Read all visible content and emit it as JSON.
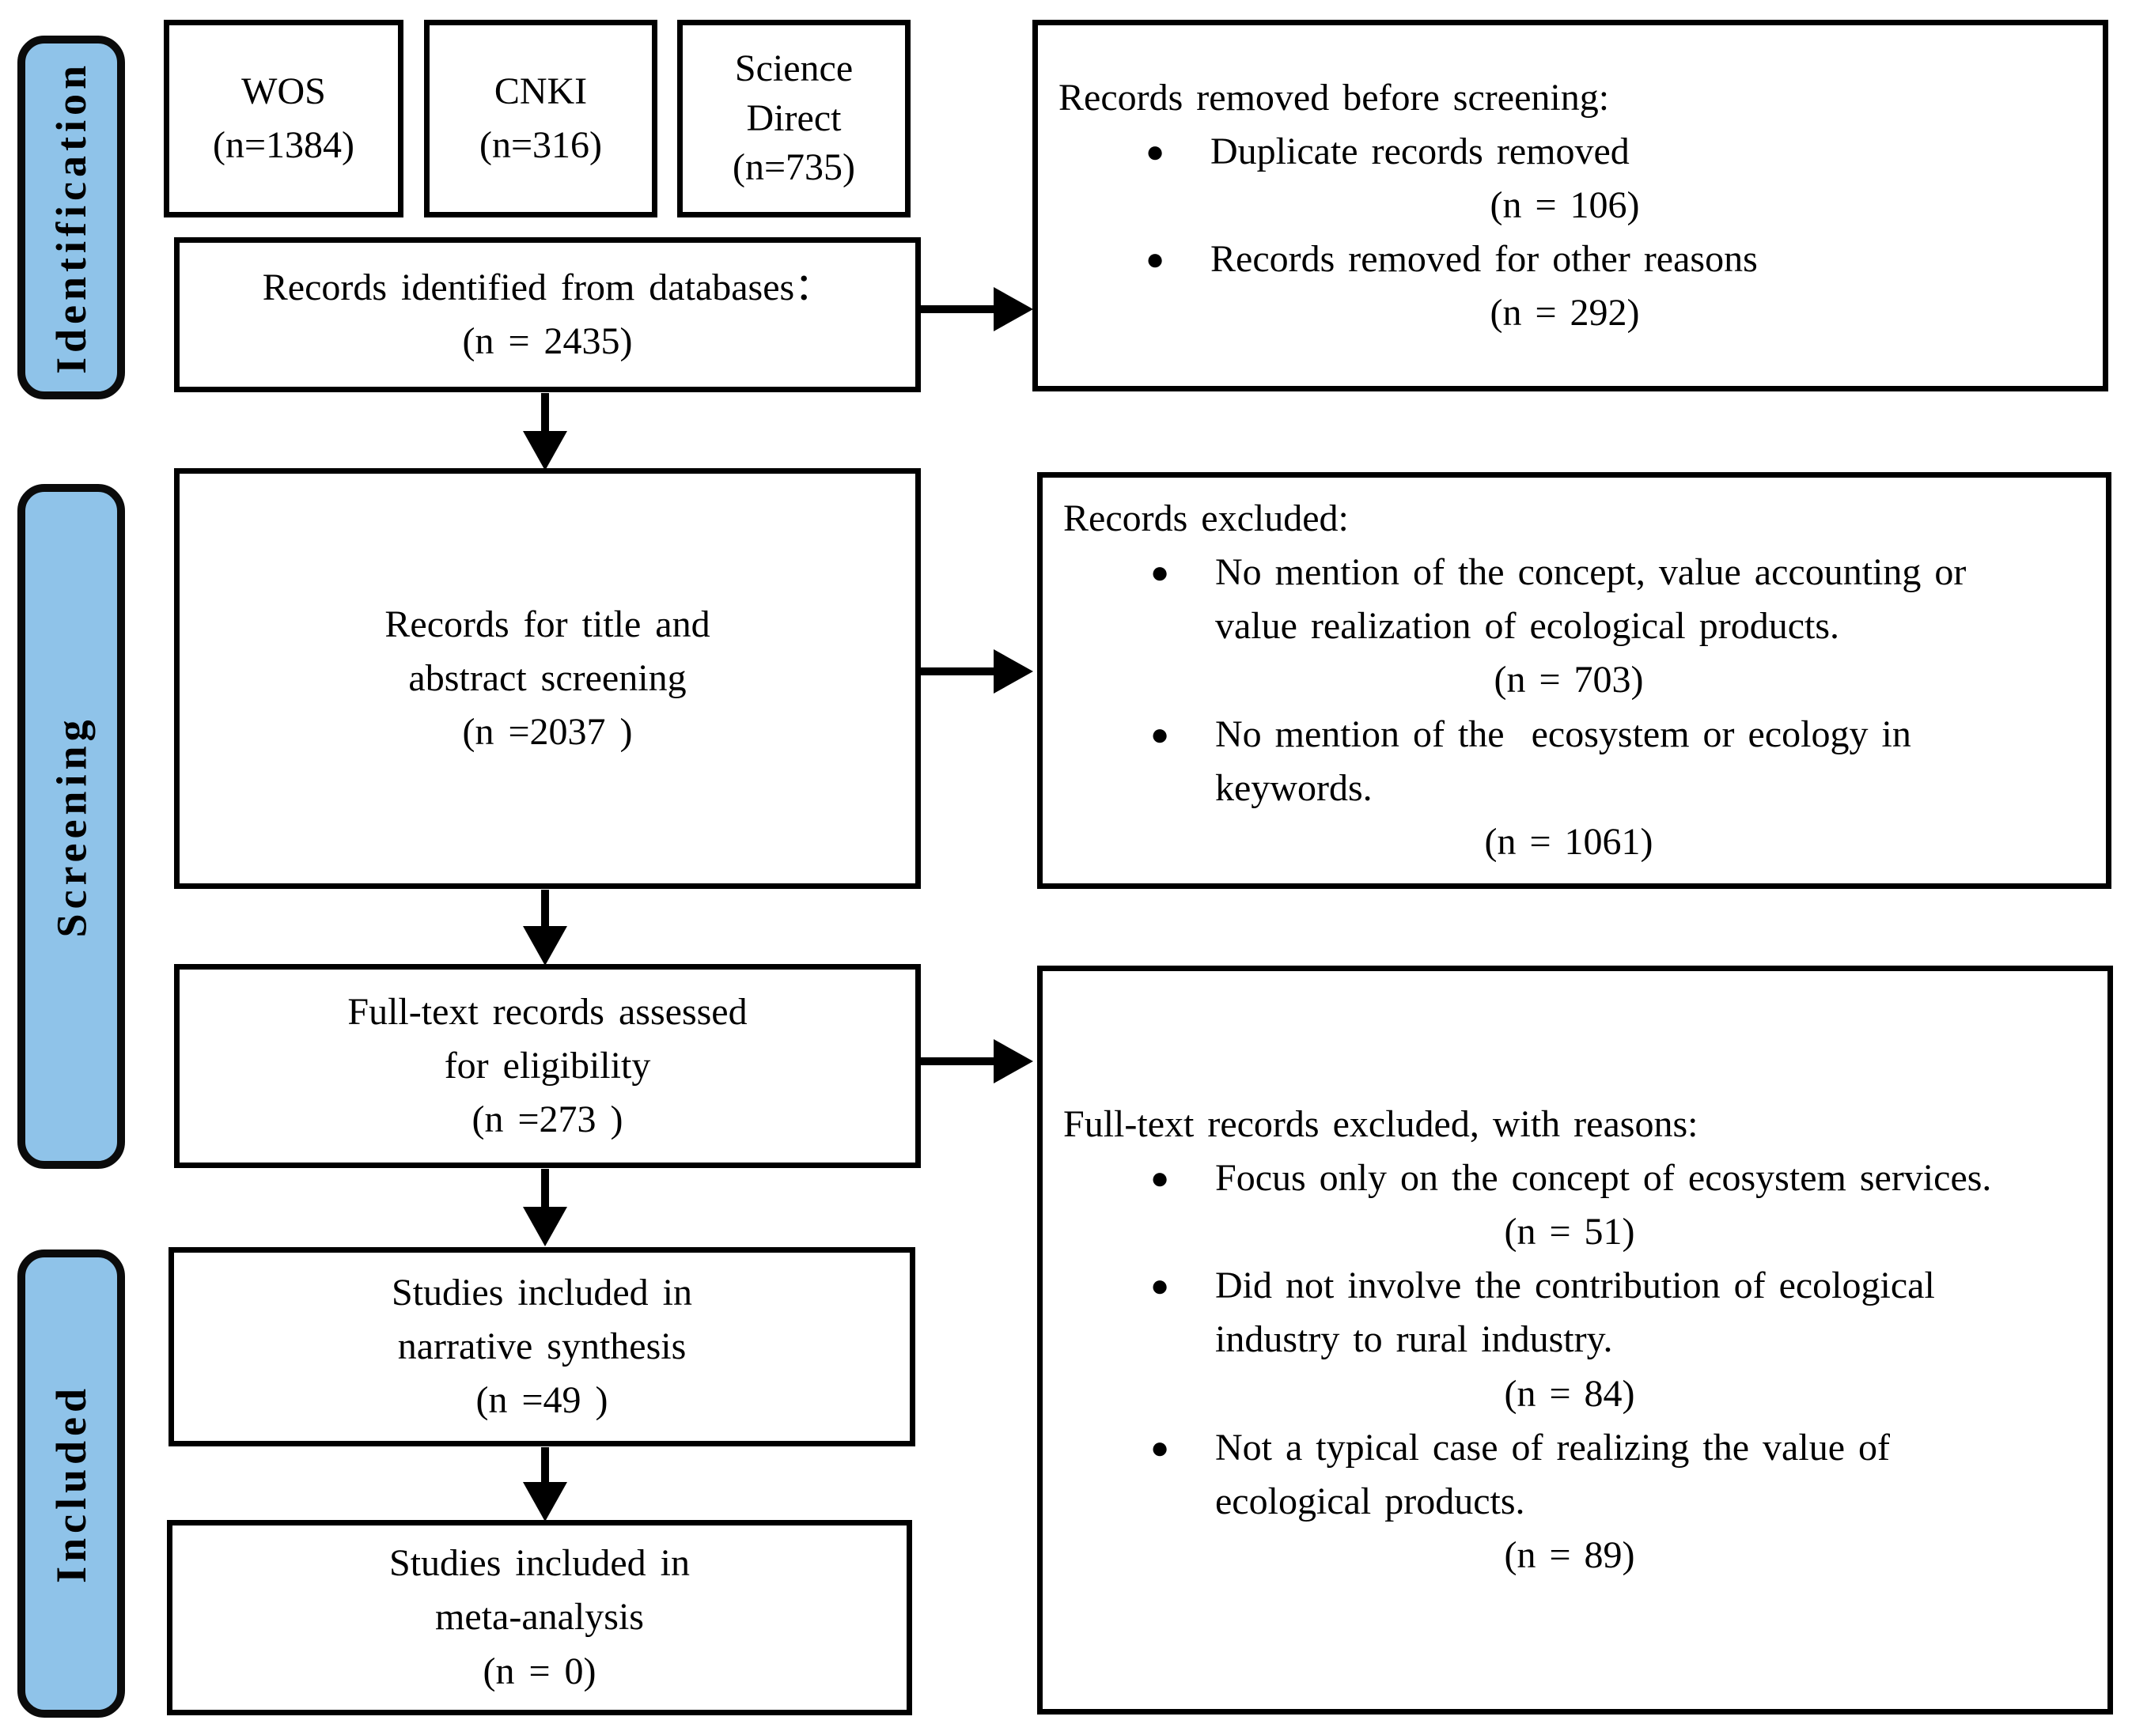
{
  "colors": {
    "sidebar_fill": "#8FC3E9",
    "line_color": "#000000",
    "box_background": "#FFFFFF"
  },
  "bullet_glyph": "●",
  "sidebar": {
    "items": [
      {
        "label": "Identification"
      },
      {
        "label": "Screening"
      },
      {
        "label": "Included"
      }
    ]
  },
  "boxes": {
    "wos": {
      "lines": [
        "WOS",
        "(n=1384)"
      ]
    },
    "cnki": {
      "lines": [
        "CNKI",
        "(n=316)"
      ]
    },
    "science_direct": {
      "lines": [
        "Science",
        "Direct",
        "(n=735)"
      ]
    },
    "records_identified": {
      "lines": [
        "Records identified from databases：",
        "(n = 2435)"
      ]
    },
    "title_abstract": {
      "lines": [
        "Records for title and",
        "abstract screening",
        "(n =2037 )"
      ]
    },
    "fulltext_assessed": {
      "lines": [
        "Full-text records assessed",
        "for eligibility",
        "(n =273 )"
      ]
    },
    "narrative_synthesis": {
      "lines": [
        "Studies included in",
        "narrative synthesis",
        "(n =49 )"
      ]
    },
    "meta_analysis": {
      "lines": [
        "Studies included in",
        "meta-analysis",
        "(n = 0)"
      ]
    }
  },
  "right_boxes": [
    {
      "heading": "Records removed before screening:",
      "bullets": [
        {
          "lines": [
            "Duplicate records removed"
          ],
          "count": "(n = 106)"
        },
        {
          "lines": [
            "Records removed for other reasons"
          ],
          "count": "(n = 292)"
        }
      ]
    },
    {
      "heading": "Records excluded:",
      "bullets": [
        {
          "lines": [
            "No mention of the concept, value accounting or",
            "value realization of ecological products."
          ],
          "count": "(n = 703)"
        },
        {
          "lines": [
            "No mention of the  ecosystem or ecology in",
            "keywords."
          ],
          "count": "(n = 1061)"
        }
      ]
    },
    {
      "heading": "Full-text records excluded, with reasons:",
      "bullets": [
        {
          "lines": [
            "Focus only on the concept of ecosystem services."
          ],
          "count": "(n = 51)"
        },
        {
          "lines": [
            "Did not involve the contribution of ecological",
            "industry to rural industry."
          ],
          "count": "(n = 84)"
        },
        {
          "lines": [
            "Not a typical case of realizing the value of",
            "ecological products."
          ],
          "count": "(n = 89)"
        }
      ]
    }
  ]
}
